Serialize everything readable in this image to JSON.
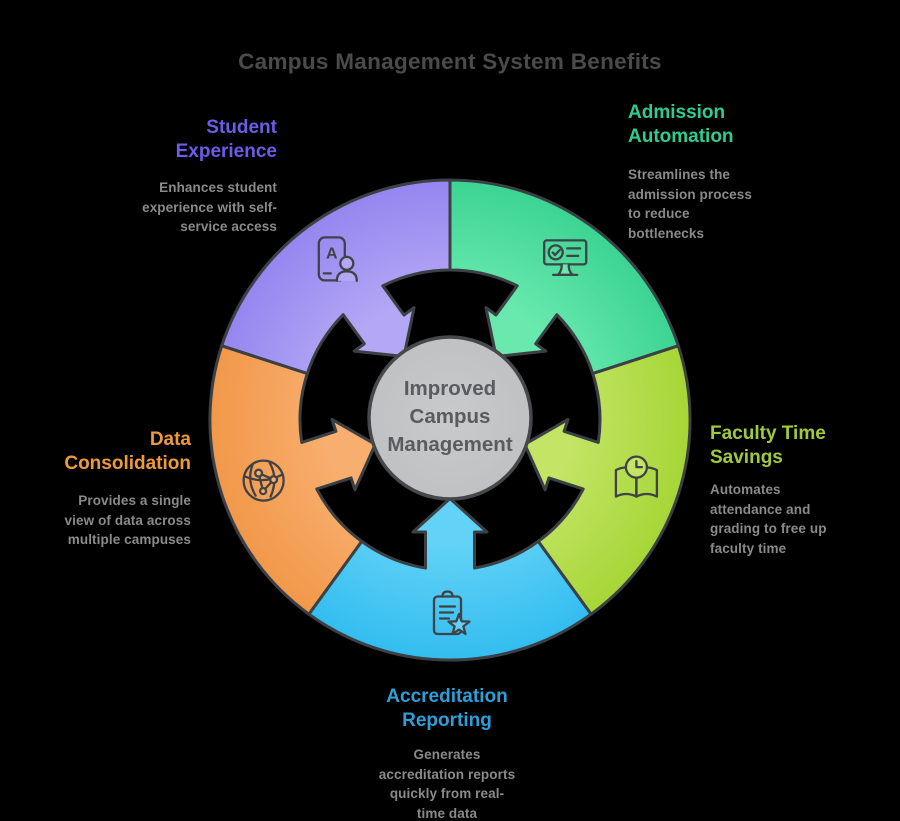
{
  "title": "Campus Management System Benefits",
  "colors": {
    "background": "#000000",
    "title_text": "#4b4b4b",
    "description_text": "#8a8a8a",
    "segment_outline": "#3b4045",
    "icon_stroke": "#3f4347",
    "center_fill": "#bfc1c3",
    "center_stroke": "#46484b",
    "center_text": "#595c5f"
  },
  "center": {
    "label": "Improved\nCampus\nManagement"
  },
  "segments": [
    {
      "id": "student-experience",
      "title": "Student\nExperience",
      "description": "Enhances student\nexperience with self-\nservice access",
      "heading_color": "#6d5ce7",
      "fill_main": "#9486ef",
      "fill_light": "#b4a7f5",
      "icon": "id-card-student-icon"
    },
    {
      "id": "admission-automation",
      "title": "Admission\nAutomation",
      "description": "Streamlines the\nadmission process\nto reduce\nbottlenecks",
      "heading_color": "#2ecc92",
      "fill_main": "#3cd493",
      "fill_light": "#69e9ae",
      "icon": "presentation-check-icon"
    },
    {
      "id": "faculty-time-savings",
      "title": "Faculty Time\nSavings",
      "description": "Automates\nattendance and\ngrading to free up\nfaculty time",
      "heading_color": "#a0ca3a",
      "fill_main": "#a6d637",
      "fill_light": "#c3e464",
      "icon": "book-clock-icon"
    },
    {
      "id": "data-consolidation",
      "title": "Data\nConsolidation",
      "description": "Provides a single\nview of data across\nmultiple campuses",
      "heading_color": "#ef9a39",
      "fill_main": "#f2984a",
      "fill_light": "#f8ae6e",
      "icon": "globe-network-icon"
    },
    {
      "id": "accreditation-reporting",
      "title": "Accreditation\nReporting",
      "description": "Generates\naccreditation reports\nquickly from real-\ntime data",
      "heading_color": "#2d9fd8",
      "fill_main": "#33bdf0",
      "fill_light": "#62d2f6",
      "icon": "clipboard-star-icon"
    }
  ]
}
